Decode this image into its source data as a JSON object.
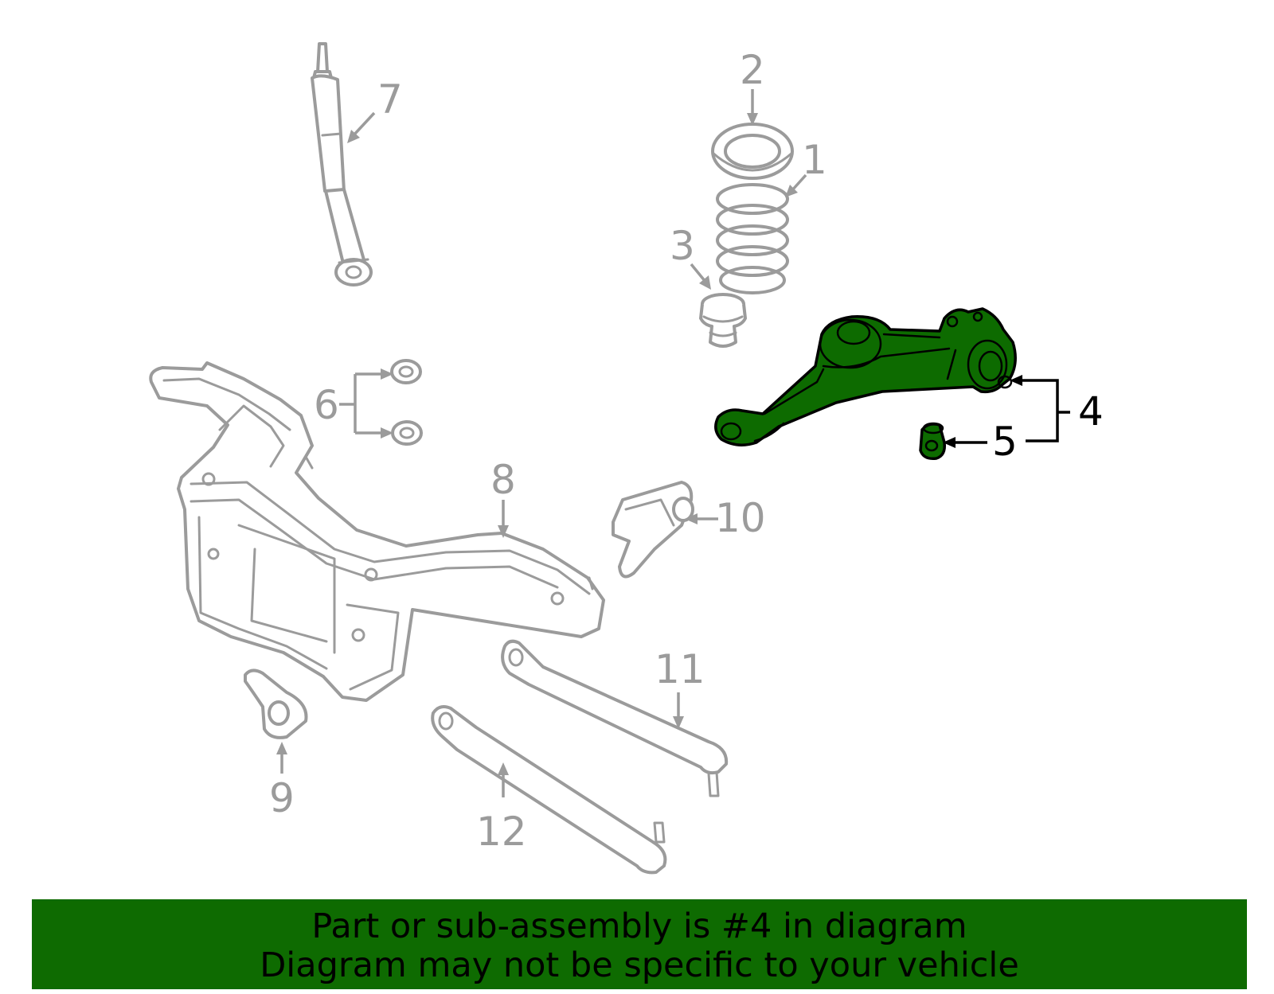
{
  "callouts": {
    "c1": "1",
    "c2": "2",
    "c3": "3",
    "c4": "4",
    "c5": "5",
    "c6": "6",
    "c7": "7",
    "c8": "8",
    "c9": "9",
    "c10": "10",
    "c11": "11",
    "c12": "12"
  },
  "highlight": {
    "part_number": "4",
    "color": "#0e6b01"
  },
  "banner": {
    "line1": "Part or sub-assembly is #4 in diagram",
    "line2": "Diagram may not be specific to your vehicle",
    "background": "#0e6b01"
  }
}
